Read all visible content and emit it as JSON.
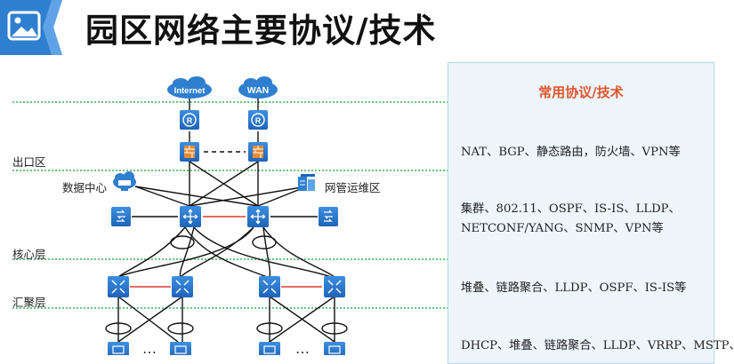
{
  "title": "园区网络主要协议/技术",
  "zones": {
    "exit": "出口区",
    "core": "核心层",
    "aggregation": "汇聚层"
  },
  "nodes": {
    "internet": "Internet",
    "wan": "WAN",
    "datacenter": "数据中心",
    "nms": "网管运维区",
    "dots": "…"
  },
  "panel": {
    "title": "常用协议/技术",
    "exit": "NAT、BGP、静态路由，防火墙、VPN等",
    "core_line1": "集群、802.11、OSPF、IS-IS、LLDP、",
    "core_line2": "NETCONF/YANG、SNMP、VPN等",
    "aggregation": "堆叠、链路聚合、LLDP、OSPF、IS-IS等",
    "access": "DHCP、堆叠、链路聚合、LLDP、VRRP、MSTP、"
  },
  "colors": {
    "accent": "#2f7fd0",
    "title_orange": "#e0552c",
    "separator": "#6cc27e",
    "firewall": "#e98a33"
  },
  "icons": {
    "logo": "image-icon",
    "router": "router-icon",
    "firewall": "firewall-icon",
    "core_switch": "core-switch-icon",
    "switch": "switch-icon",
    "server": "server-icon",
    "cloud": "cloud-icon"
  }
}
